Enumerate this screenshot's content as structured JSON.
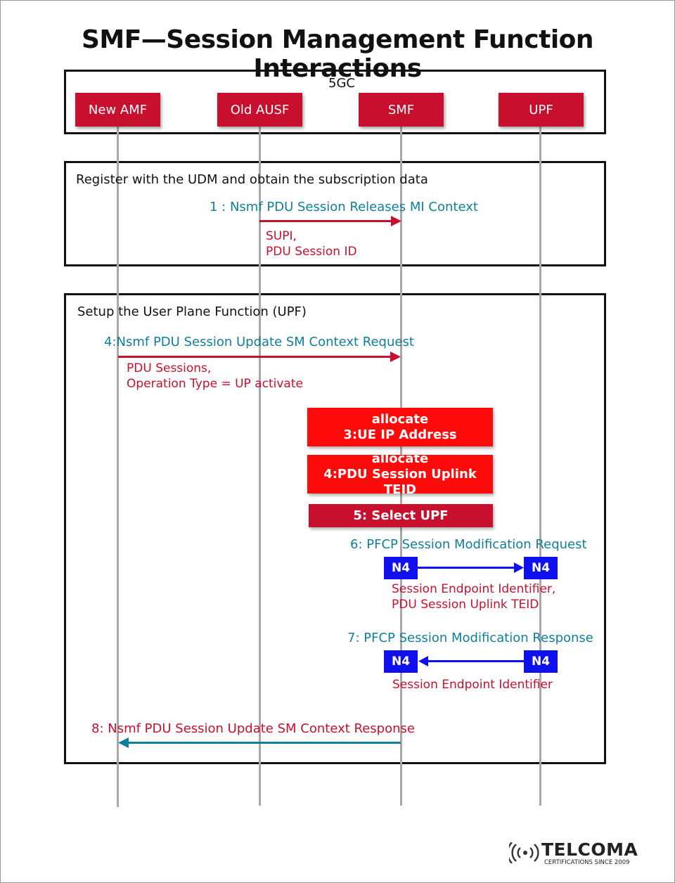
{
  "title": "SMF—Session Management Function Interactions",
  "group_5gc": "5GC",
  "actors": [
    "New AMF",
    "Old AUSF",
    "SMF",
    "UPF"
  ],
  "section1": {
    "heading": "Register with the UDM and obtain the subscription data",
    "msg1": "1 : Nsmf PDU Session Releases MI Context",
    "params": [
      "SUPI,",
      "PDU Session ID"
    ]
  },
  "section2": {
    "heading": "Setup the User Plane Function (UPF)",
    "msg4": "4:Nsmf PDU Session Update SM Context Request",
    "msg4_params": [
      "PDU Sessions,",
      "Operation Type = UP activate"
    ],
    "act3": [
      "allocate",
      "3:UE IP Address"
    ],
    "act4": [
      "allocate",
      "4:PDU Session Uplink TEID"
    ],
    "act5": "5: Select UPF",
    "msg6": "6: PFCP Session Modification Request",
    "msg6_params": [
      "Session Endpoint Identifier,",
      "PDU Session Uplink TEID"
    ],
    "msg7": "7: PFCP Session Modification Response",
    "msg7_params": "Session Endpoint Identifier",
    "msg8": "8: Nsmf PDU Session Update SM Context Response",
    "n4": "N4"
  },
  "colors": {
    "actor": "#c8102e",
    "message_teal": "#0f7f9a",
    "message_crimson": "#c8102e",
    "allocate": "#ff0a0a",
    "n4": "#1010ee"
  },
  "logo": {
    "name": "TELCOMA",
    "tagline": "CERTIFICATIONS SINCE 2009",
    "icon": "signal-waves-icon"
  }
}
